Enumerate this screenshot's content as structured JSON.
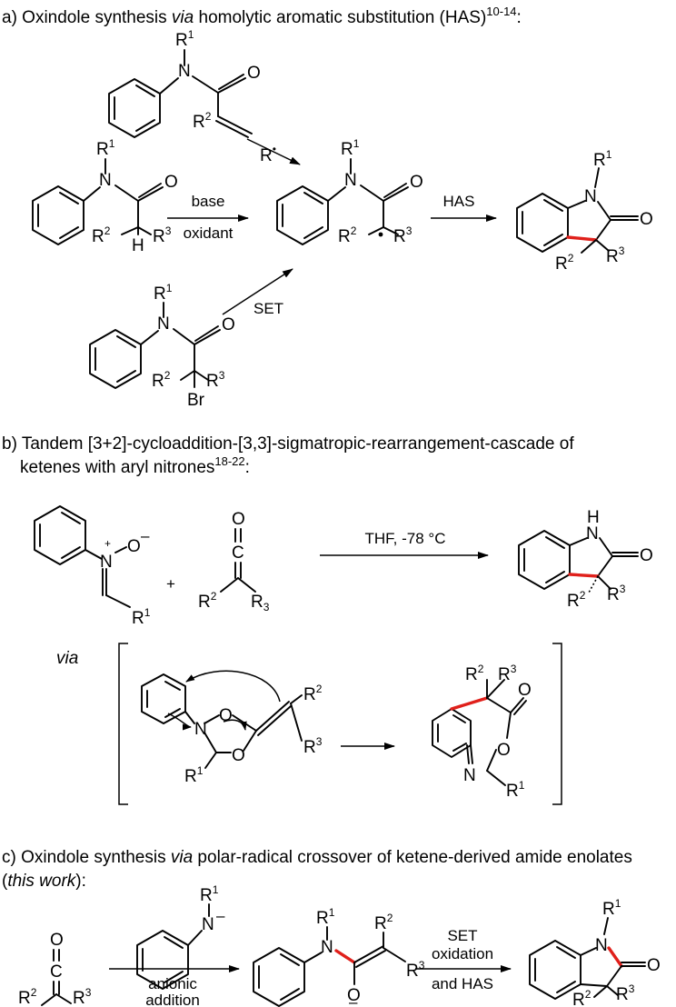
{
  "sections": {
    "a": {
      "heading_pre": "a) Oxindole synthesis ",
      "heading_via": "via",
      "heading_post": " homolytic aromatic substitution (HAS)",
      "heading_ref": "10-14",
      "heading_colon": ":",
      "arrow_base": "base",
      "arrow_oxidant": "oxidant",
      "arrow_has": "HAS",
      "arrow_set": "SET"
    },
    "b": {
      "heading_line1": "b) Tandem [3+2]-cycloaddition-[3,3]-sigmatropic-rearrangement-cascade of",
      "heading_line2": "ketenes with aryl nitrones",
      "heading_ref": "18-22",
      "heading_colon": ":",
      "plus": "+",
      "conditions": "THF, -78 °C",
      "via": "via"
    },
    "c": {
      "heading_pre": "c) Oxindole synthesis ",
      "heading_via": "via",
      "heading_post": " polar-radical crossover of ketene-derived amide enolates",
      "heading_line2_open": "(",
      "heading_line2_italic": "this work",
      "heading_line2_close": "):",
      "arrow1_top": "anionic",
      "arrow1_bottom": "addition",
      "arrow2_top1": "SET",
      "arrow2_top2": "oxidation",
      "arrow2_bottom": "and HAS"
    }
  },
  "atoms": {
    "N": "N",
    "O": "O",
    "H": "H",
    "Br": "Br",
    "C": "C",
    "R": "R",
    "one": "1",
    "two": "2",
    "three": "3",
    "minus": "–",
    "plus": "+",
    "dot": "•",
    "O_minus": "O–"
  },
  "colors": {
    "new_bond": "#e0201b",
    "ink": "#000000",
    "background": "#ffffff"
  }
}
